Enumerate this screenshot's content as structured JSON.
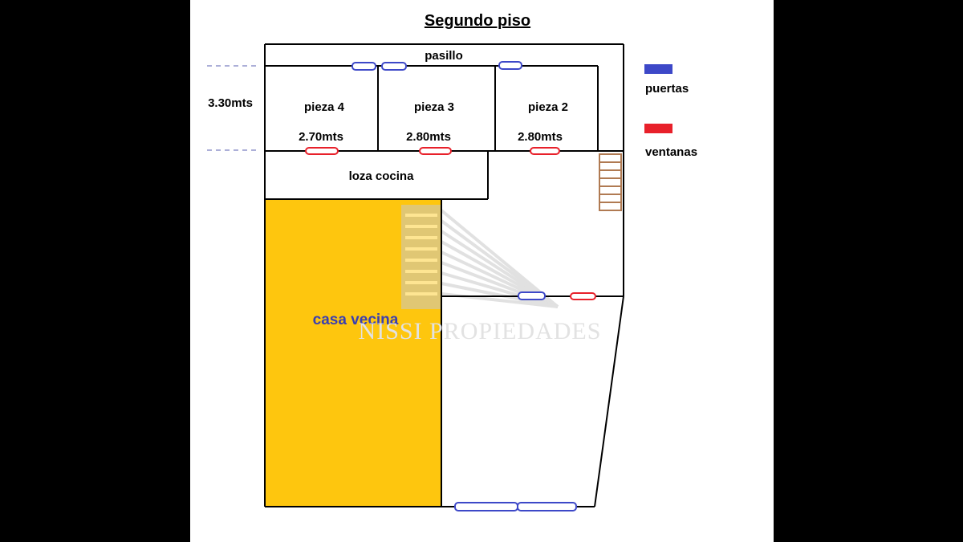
{
  "title": "Segundo piso",
  "rooms": {
    "pasillo": "pasillo",
    "pieza4": "pieza 4",
    "pieza3": "pieza 3",
    "pieza2": "pieza 2",
    "loza_cocina": "loza cocina",
    "casa_vecina": "casa vecina"
  },
  "dimensions": {
    "height": "3.30mts",
    "pieza4_width": "2.70mts",
    "pieza3_width": "2.80mts",
    "pieza2_width": "2.80mts"
  },
  "legend": {
    "doors": {
      "label": "puertas",
      "color": "#3d48c8"
    },
    "windows": {
      "label": "ventanas",
      "color": "#e8202a"
    }
  },
  "watermark": "NISSI PROPIEDADES",
  "colors": {
    "neighbor_fill": "#fec60e",
    "stairs": "#b07a52",
    "walls": "#000000"
  }
}
